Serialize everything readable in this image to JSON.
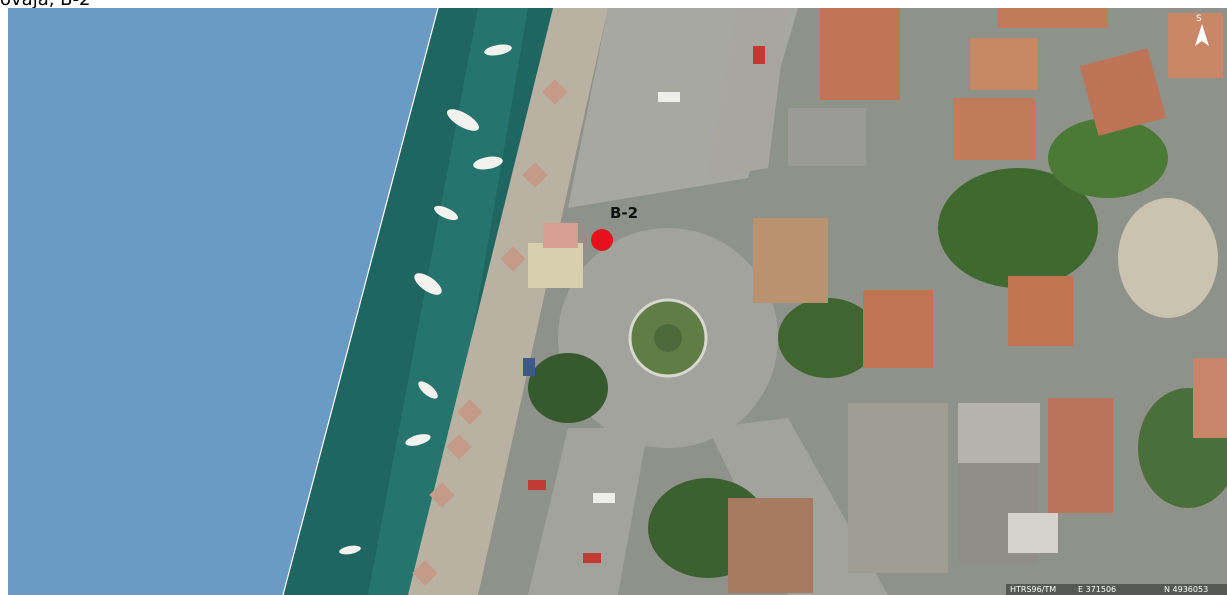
{
  "title": "ovaja, B-2",
  "marker": {
    "label": "B-2",
    "color": "#e8101c"
  },
  "north_arrow": {
    "label": "S"
  },
  "coords": {
    "crs": "HTRS96/TM",
    "easting": "E 371506",
    "northing": "N 4936053"
  },
  "colors": {
    "sea": "#6b9ac4",
    "water_coastal": "#1f6f6a",
    "land": "#9a9a8a",
    "marker": "#e8101c"
  }
}
